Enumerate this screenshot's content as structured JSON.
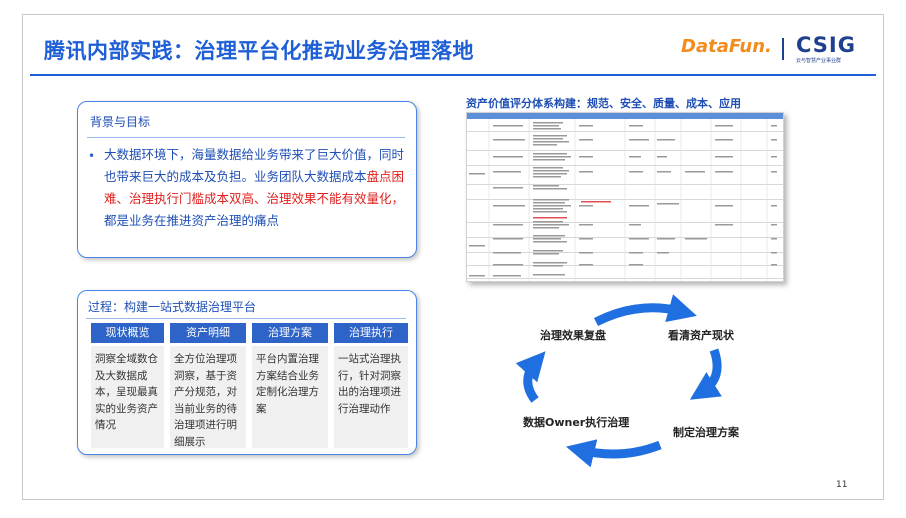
{
  "slide": {
    "title": "腾讯内部实践：治理平台化推动业务治理落地",
    "page_number": "11",
    "logos": {
      "datafun": "DataFun.",
      "csig": "CSIG",
      "csig_sub": "云与智慧产业事业群"
    }
  },
  "background": {
    "heading": "背景与目标",
    "bullet": "•",
    "text_before": "大数据环境下，海量数据给业务带来了巨大价值，同时也带来巨大的成本及负担。业务团队大数据成本",
    "text_red": "盘点困难、治理执行门槛成本双高、治理效果不能有效量化，",
    "text_after": "都是业务在推进资产治理的痛点"
  },
  "process": {
    "heading": "过程：构建一站式数据治理平台",
    "columns": [
      {
        "title": "现状概览",
        "body": "洞察全域数仓及大数据成本，呈现最真实的业务资产情况"
      },
      {
        "title": "资产明细",
        "body": "全方位治理项洞察，基于资产分规范，对当前业务的待治理项进行明细展示"
      },
      {
        "title": "治理方案",
        "body": "平台内置治理方案结合业务定制化治理方案"
      },
      {
        "title": "治理执行",
        "body": "一站式治理执行，针对洞察出的治理项进行治理动作"
      }
    ]
  },
  "table_image": {
    "title": "资产价值评分体系构建：规范、安全、质量、成本、应用"
  },
  "cycle": {
    "steps": [
      "看清资产现状",
      "制定治理方案",
      "数据Owner执行治理",
      "治理效果复盘"
    ],
    "arrow_color": "#1f6fe0"
  }
}
